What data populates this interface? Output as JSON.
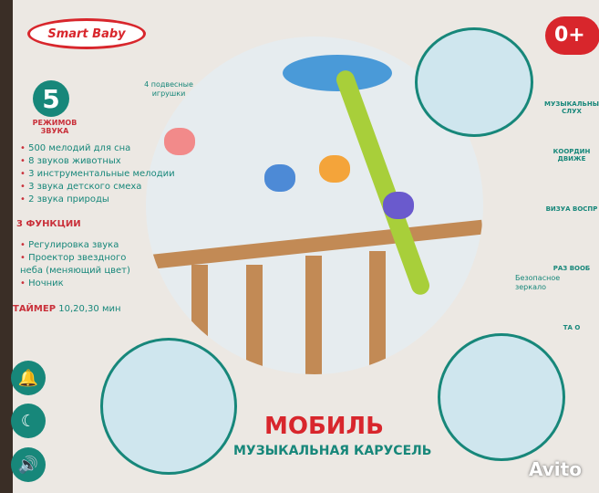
{
  "brand": {
    "logo_text": "Smart Baby",
    "age_badge": "0+"
  },
  "sound_modes": {
    "number": "5",
    "label": "РЕЖИМОВ ЗВУКА"
  },
  "callouts": {
    "toys": "4 подвесные игрушки",
    "mirror": "Безопасное зеркало"
  },
  "sounds": [
    "500 мелодий для сна",
    "8 звуков животных",
    "3 инструментальные мелодии",
    "3 звука детского смеха",
    "2 звука природы"
  ],
  "functions": {
    "heading": "3 ФУНКЦИИ",
    "items": [
      "Регулировка звука",
      "Проектор звездного неба (меняющий цвет)",
      "Ночник"
    ]
  },
  "timer": {
    "label": "ТАЙМЕР",
    "value": "10,20,30 мин"
  },
  "product": {
    "title": "МОБИЛЬ",
    "subtitle": "МУЗЫКАЛЬНАЯ КАРУСЕЛЬ"
  },
  "side_features": [
    "МУЗЫКАЛЬНЫЙ СЛУХ",
    "КООРДИН ДВИЖЕ",
    "ВИЗУА ВОСПР",
    "РАЗ ВООБ",
    "ТА О"
  ],
  "watermark": "Avito",
  "colors": {
    "teal": "#17877a",
    "red": "#d8262c",
    "crib": "#c28a55"
  }
}
